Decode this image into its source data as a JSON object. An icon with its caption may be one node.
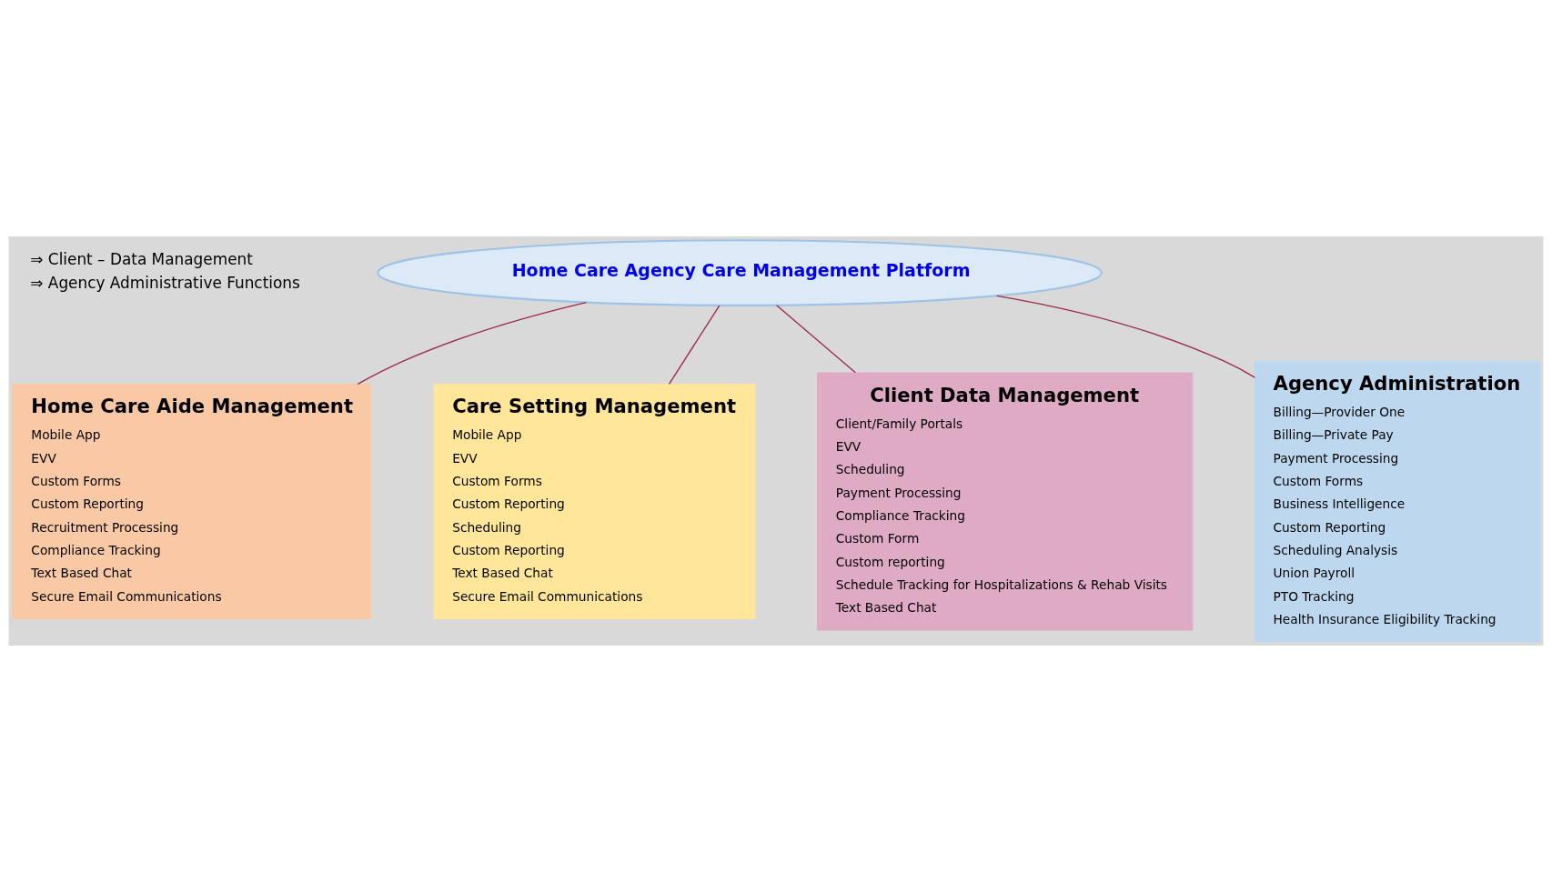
{
  "diagram": {
    "nodes": [
      {
        "text": [
          "Home Care Agency Care Management Platform"
        ]
      },
      {
        "text": [
          "Home Care Aide Management",
          "Mobile App",
          "EVV",
          "Custom Forms",
          "Custom Reporting",
          "Recruitment Processing",
          "Compliance Tracking",
          "Text Based Chat",
          "Secure Email Communications"
        ]
      },
      {
        "text": [
          "Care Setting Management",
          "Mobile App",
          "EVV",
          "Custom Forms",
          "Custom Reporting",
          "Scheduling",
          "Custom Reporting",
          "Text Based Chat",
          "Secure Email Communications"
        ]
      },
      {
        "text": [
          "Client Data Management",
          "Client/Family Portals",
          "EVV",
          "Scheduling",
          "Payment Processing",
          "Compliance Tracking",
          "Custom Form",
          "Custom reporting",
          "Schedule Tracking for Hospitalizations & Rehab Visits",
          "Text Based Chat"
        ]
      },
      {
        "text": [
          "Agency Administration",
          "Billing—Provider One",
          "Billing—Private Pay",
          "Payment Processing",
          "Custom Forms",
          "Business Intelligence",
          "Custom Reporting",
          "Scheduling Analysis",
          "Union Payroll",
          "PTO Tracking",
          "Health Insurance Eligibility Tracking"
        ]
      }
    ],
    "edges": [
      {
        "from": 0,
        "to": 1,
        "arrow": "none"
      },
      {
        "from": 0,
        "to": 2,
        "arrow": "none"
      },
      {
        "from": 0,
        "to": 3,
        "arrow": "none"
      },
      {
        "from": 0,
        "to": 4,
        "arrow": "none"
      }
    ],
    "labels": [
      "⇒ Client – Data Management",
      "⇒ Agency Administrative Functions"
    ]
  }
}
